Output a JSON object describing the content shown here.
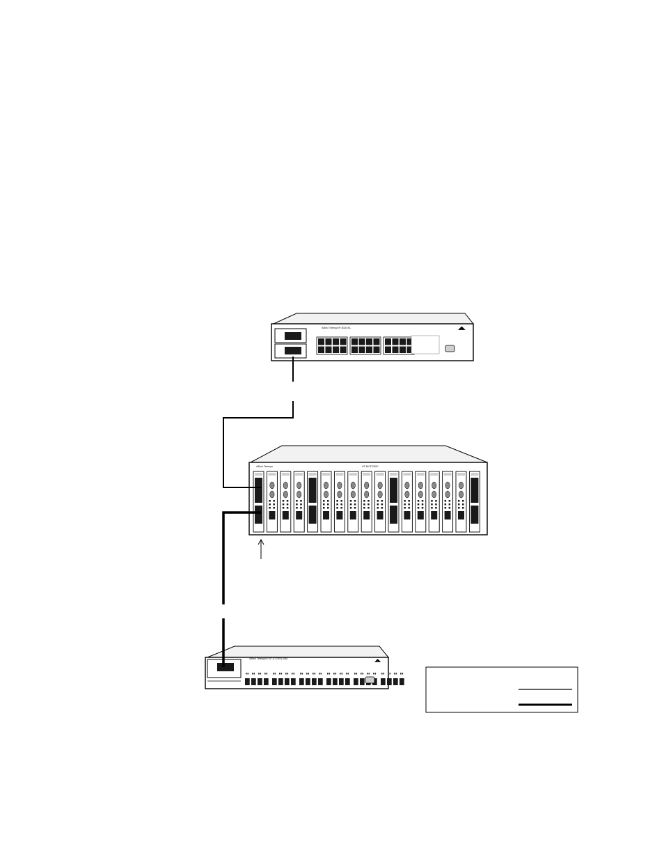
{
  "colors": {
    "stroke": "#000000",
    "panel": "#ffffff",
    "chassis_top": "#f2f2f2",
    "port": "#1a1a1a",
    "shade": "#cfcfcf"
  },
  "devices": {
    "top_switch": {
      "model_label": "Allied Telesyn® 8324XL",
      "port_count": 24,
      "uplink_slots": 2
    },
    "media_chassis": {
      "brand_label": "Allied Telesyn",
      "model_label": "AT-MCF2000",
      "module_count": 17
    },
    "bottom_switch": {
      "model_label": "Allied Telesyn® AT-8724SL/AM",
      "port_count": 24,
      "uplink_slots": 1
    }
  },
  "legend": {
    "entries": [
      {
        "style": "thin-line"
      },
      {
        "style": "thick-line"
      }
    ]
  }
}
